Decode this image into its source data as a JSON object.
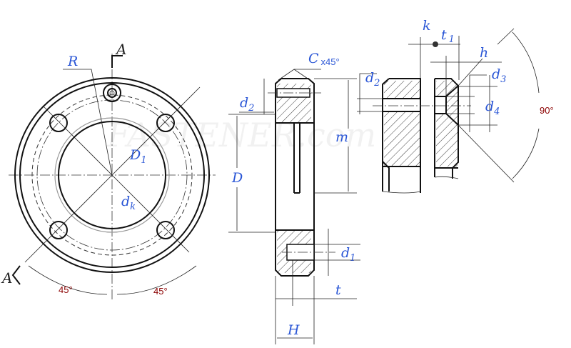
{
  "labels": {
    "R": "R",
    "A_top": "A",
    "A_left": "A",
    "D1": "D",
    "D1_sub": "1",
    "dk": "d",
    "dk_sub": "k",
    "angle_left": "45°",
    "angle_right": "45°",
    "C": "C",
    "C_suffix": "x45°",
    "d2_mid": "d",
    "d2_mid_sub": "2",
    "D": "D",
    "m": "m",
    "d1": "d",
    "d1_sub": "1",
    "t": "t",
    "H": "H",
    "k": "k",
    "t1": "t",
    "t1_sub": "1",
    "h": "h",
    "d2_right": "d",
    "d2_right_sub": "2",
    "d3": "d",
    "d3_sub": "3",
    "d4": "d",
    "d4_sub": "4",
    "angle_90": "90°"
  },
  "watermark": "FASTENER.com",
  "colors": {
    "label": "#2a56d6",
    "angle": "#8b0000"
  }
}
